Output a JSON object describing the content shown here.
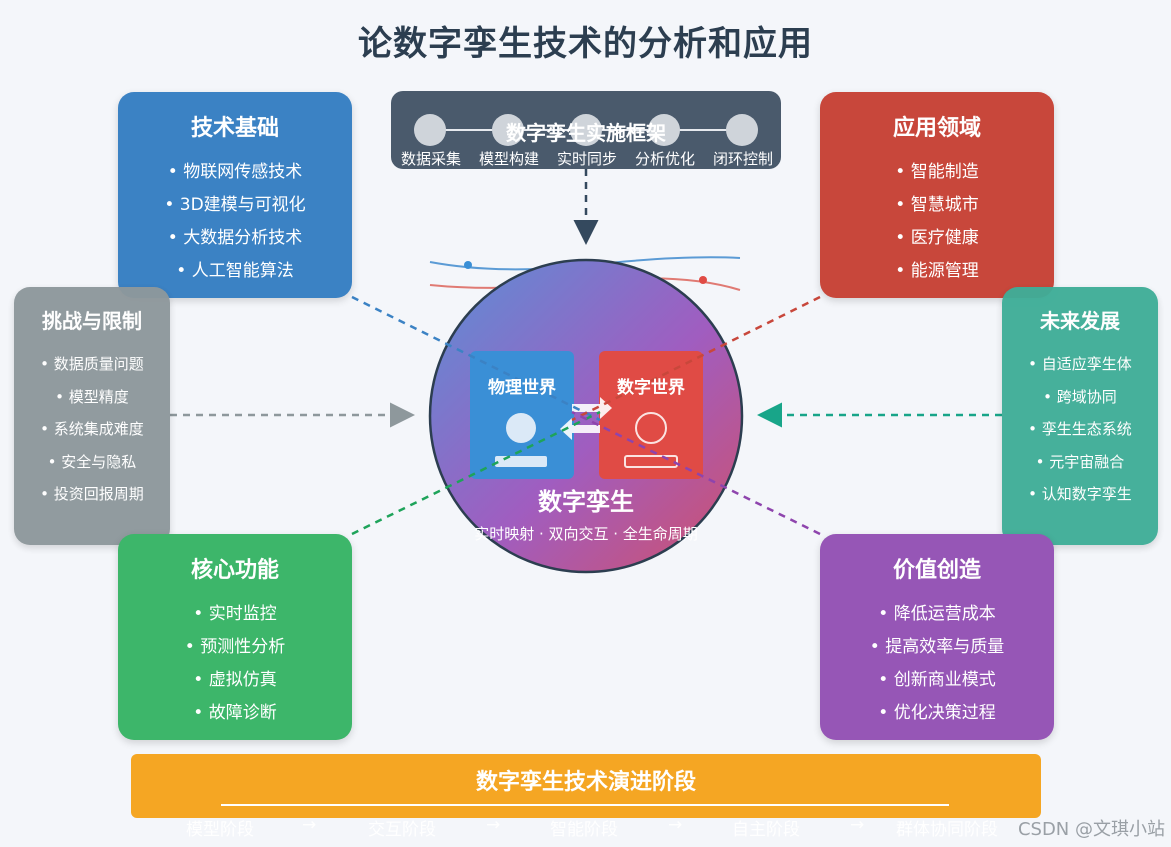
{
  "title": "论数字孪生技术的分析和应用",
  "tech": {
    "title": "技术基础",
    "items": [
      "物联网传感技术",
      "3D建模与可视化",
      "大数据分析技术",
      "人工智能算法"
    ]
  },
  "app": {
    "title": "应用领域",
    "items": [
      "智能制造",
      "智慧城市",
      "医疗健康",
      "能源管理"
    ]
  },
  "core": {
    "title": "核心功能",
    "items": [
      "实时监控",
      "预测性分析",
      "虚拟仿真",
      "故障诊断"
    ]
  },
  "value": {
    "title": "价值创造",
    "items": [
      "降低运营成本",
      "提高效率与质量",
      "创新商业模式",
      "优化决策过程"
    ]
  },
  "challenges": {
    "title": "挑战与限制",
    "items": [
      "数据质量问题",
      "模型精度",
      "系统集成难度",
      "安全与隐私",
      "投资回报周期"
    ]
  },
  "future": {
    "title": "未来发展",
    "items": [
      "自适应孪生体",
      "跨域协同",
      "孪生生态系统",
      "元宇宙融合",
      "认知数字孪生"
    ]
  },
  "framework": {
    "title": "数字孪生实施框架",
    "steps": [
      "数据采集",
      "模型构建",
      "实时同步",
      "分析优化",
      "闭环控制"
    ]
  },
  "hub": {
    "label": "数字孪生",
    "subtitle": "实时映射 · 双向交互 · 全生命周期",
    "physical": "物理世界",
    "digital": "数字世界"
  },
  "evolution": {
    "title": "数字孪生技术演进阶段",
    "stages": [
      "模型阶段",
      "交互阶段",
      "智能阶段",
      "自主阶段",
      "群体协同阶段"
    ],
    "arrow": "→"
  },
  "watermark": "CSDN @文琪小站",
  "colors": {
    "tech": "#3b82c4",
    "app": "#c8473b",
    "core": "#3db66a",
    "value": "#9656b6",
    "challenges": "#8e989c",
    "future": "#3fae98",
    "framework": "#4a5a6c",
    "evolution": "#f5a623",
    "physical": "#3a8fd6",
    "digital": "#e04b45"
  }
}
